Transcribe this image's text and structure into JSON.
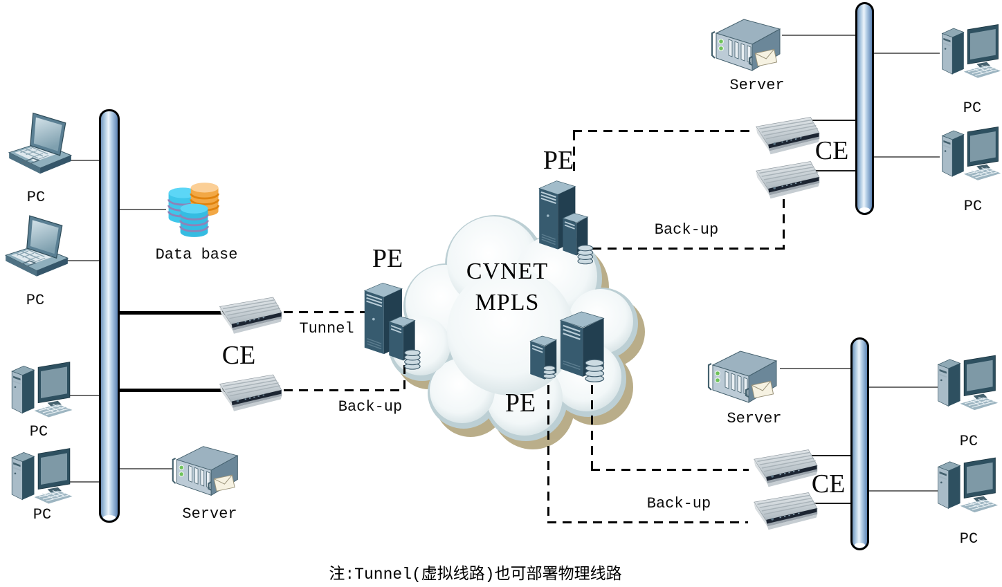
{
  "diagram": {
    "cloud": {
      "line1": "CVNET",
      "line2": "MPLS"
    },
    "left_lan": {
      "pc_labels": [
        "PC",
        "PC",
        "PC",
        "PC"
      ],
      "database_label": "Data base",
      "server_label": "Server",
      "ce_label": "CE"
    },
    "core": {
      "pe_labels": [
        "PE",
        "PE",
        "PE"
      ],
      "tunnel_label": "Tunnel",
      "backup_labels": [
        "Back-up",
        "Back-up",
        "Back-up"
      ]
    },
    "right_top_lan": {
      "server_label": "Server",
      "ce_label": "CE",
      "pc_labels": [
        "PC",
        "PC"
      ]
    },
    "right_bottom_lan": {
      "server_label": "Server",
      "ce_label": "CE",
      "pc_labels": [
        "PC",
        "PC"
      ]
    },
    "footnote": "注:Tunnel(虚拟线路)也可部署物理线路"
  },
  "icons": {
    "pc_laptop": "laptop-icon",
    "pc_desktop": "desktop-pc-icon",
    "server": "rack-server-icon",
    "database": "database-icon",
    "ce_router": "ce-router-icon",
    "pe_router": "pe-router-icon",
    "cloud": "mpls-cloud-icon",
    "bus": "network-bus"
  },
  "colors": {
    "background": "#ffffff",
    "bus_highlight": "#edf5fb",
    "bus_edge": "#5d84b4",
    "device_dark": "#223f50",
    "device_mid": "#375b6f",
    "device_light": "#a9bcc8",
    "cloud_shadow": "#b2a57d",
    "cloud_rim": "#bccfd4",
    "db_cyan": "#3fc6ea",
    "db_orange": "#f5a238",
    "line_black": "#000000",
    "line_gray": "#6e6e6e"
  }
}
